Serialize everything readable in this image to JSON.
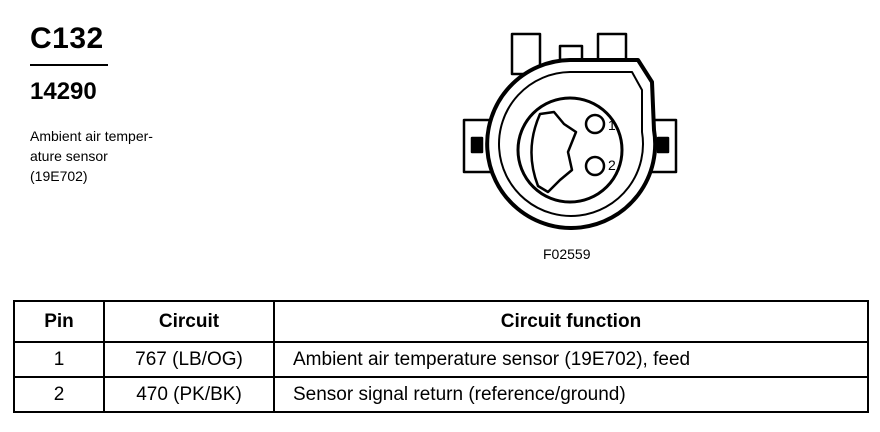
{
  "connector": {
    "id": "C132",
    "part_number": "14290",
    "description_lines": [
      "Ambient air temper-",
      "ature sensor",
      "(19E702)"
    ]
  },
  "diagram": {
    "figure_id": "F02559",
    "pin_labels": [
      "1",
      "2"
    ]
  },
  "table": {
    "headers": {
      "pin": "Pin",
      "circuit": "Circuit",
      "function": "Circuit function"
    },
    "rows": [
      {
        "pin": "1",
        "circuit": "767 (LB/OG)",
        "function": "Ambient air temperature sensor (19E702), feed"
      },
      {
        "pin": "2",
        "circuit": "470 (PK/BK)",
        "function": "Sensor signal return (reference/ground)"
      }
    ]
  }
}
